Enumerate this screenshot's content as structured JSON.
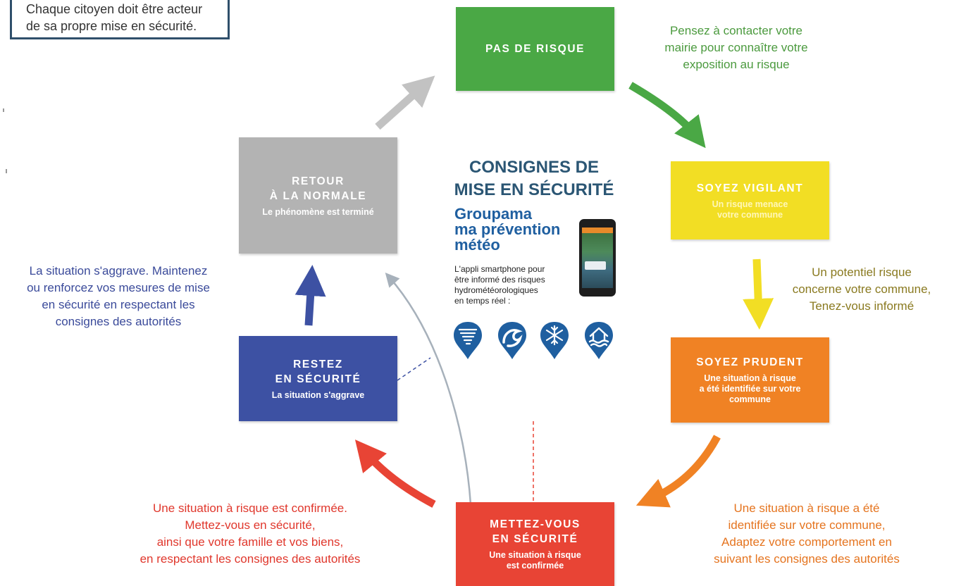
{
  "intro": {
    "line1": "Chaque citoyen doit être acteur",
    "line2": "de sa propre mise en sécurité."
  },
  "center": {
    "title_line1": "CONSIGNES DE",
    "title_line2": "MISE EN SÉCURITÉ",
    "app_line1": "Groupama",
    "app_line2": "ma prévention",
    "app_line3": "météo",
    "desc_line1": "L'appli smartphone pour",
    "desc_line2": "être informé des risques",
    "desc_line3": "hydrométéorologiques",
    "desc_line4": "en temps réel :"
  },
  "steps": {
    "green": {
      "title": "PAS DE RISQUE",
      "color": "#4aa845"
    },
    "yellow": {
      "title": "SOYEZ VIGILANT",
      "sub_line1": "Un risque menace",
      "sub_line2": "votre commune",
      "color": "#f2de24"
    },
    "orange": {
      "title": "SOYEZ PRUDENT",
      "sub_line1": "Une situation à risque",
      "sub_line2": "a été identifiée sur votre",
      "sub_line3": "commune",
      "color": "#f08224"
    },
    "red": {
      "title_line1": "METTEZ-VOUS",
      "title_line2": "EN SÉCURITÉ",
      "sub_line1": "Une situation à risque",
      "sub_line2": "est confirmée",
      "color": "#e84435"
    },
    "blue": {
      "title_line1": "RESTEZ",
      "title_line2": "EN SÉCURITÉ",
      "sub": "La situation s'aggrave",
      "color": "#3d51a3"
    },
    "grey": {
      "title_line1": "RETOUR",
      "title_line2": "À LA NORMALE",
      "sub": "Le phénomène est terminé",
      "color": "#b3b3b3"
    }
  },
  "notes": {
    "green": [
      "Pensez à contacter votre",
      "mairie pour connaître votre",
      "exposition au risque"
    ],
    "yellow": [
      "Un potentiel risque",
      "concerne votre commune,",
      "Tenez-vous informé"
    ],
    "orange": [
      "Une situation à risque a été",
      "identifiée sur votre commune,",
      "Adaptez votre comportement en",
      "suivant les consignes des autorités"
    ],
    "red": [
      "Une situation à risque est confirmée.",
      "Mettez-vous en sécurité,",
      "ainsi que votre famille et vos biens,",
      "en respectant les consignes des autorités"
    ],
    "blue": [
      "La situation s'aggrave. Maintenez",
      "ou renforcez vos mesures de mise",
      "en sécurité en respectant les",
      "consignes des autorités"
    ]
  },
  "icons": [
    "tornado-icon",
    "wave-icon",
    "snowflake-icon",
    "flood-house-icon"
  ],
  "arrow_colors": {
    "grey": "#c2c2c2",
    "green": "#4aa845",
    "yellow": "#f2de24",
    "orange": "#f08224",
    "red": "#e84435",
    "blue": "#3d51a3"
  }
}
